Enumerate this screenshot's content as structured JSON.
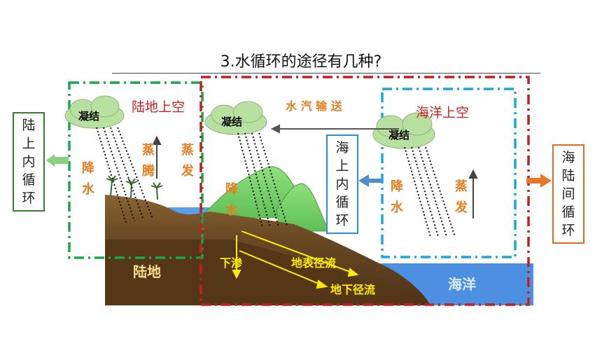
{
  "title": "3.水循环的途径有几种?",
  "labels": {
    "land_sky": "陆地上空",
    "sea_sky": "海洋上空",
    "vapor_transport": "水 汽 输 送",
    "land": "陆地",
    "ocean": "海洋",
    "condense_1": "凝结",
    "condense_2": "凝结",
    "condense_3": "凝结",
    "rain_1": "降水",
    "rain_2": "降水",
    "rain_3": "降水",
    "transpire": "蒸腾",
    "evap_land": "蒸发",
    "evap_sea": "蒸发",
    "infiltrate": "下渗",
    "surface_runoff": "地表径流",
    "ground_runoff": "地下径流"
  },
  "side_boxes": {
    "land_cycle": "陆上内循环",
    "sea_cycle": "海上内循环",
    "sea_land_cycle": "海陆间循环"
  },
  "colors": {
    "land_frame": "#1aa64a",
    "sea_frame": "#1aa7e0",
    "sea_land_frame": "#c41e1e",
    "sea_cycle_box": "#2a8fd0",
    "land_cycle_box": "#3a7d2a",
    "sea_land_box": "#e06a22",
    "label_orange": "#e67e22",
    "label_yellow": "#ffee00",
    "ocean": "#4d8fe0",
    "soil": "#6b4a25",
    "mountain": "#7fd86f"
  }
}
